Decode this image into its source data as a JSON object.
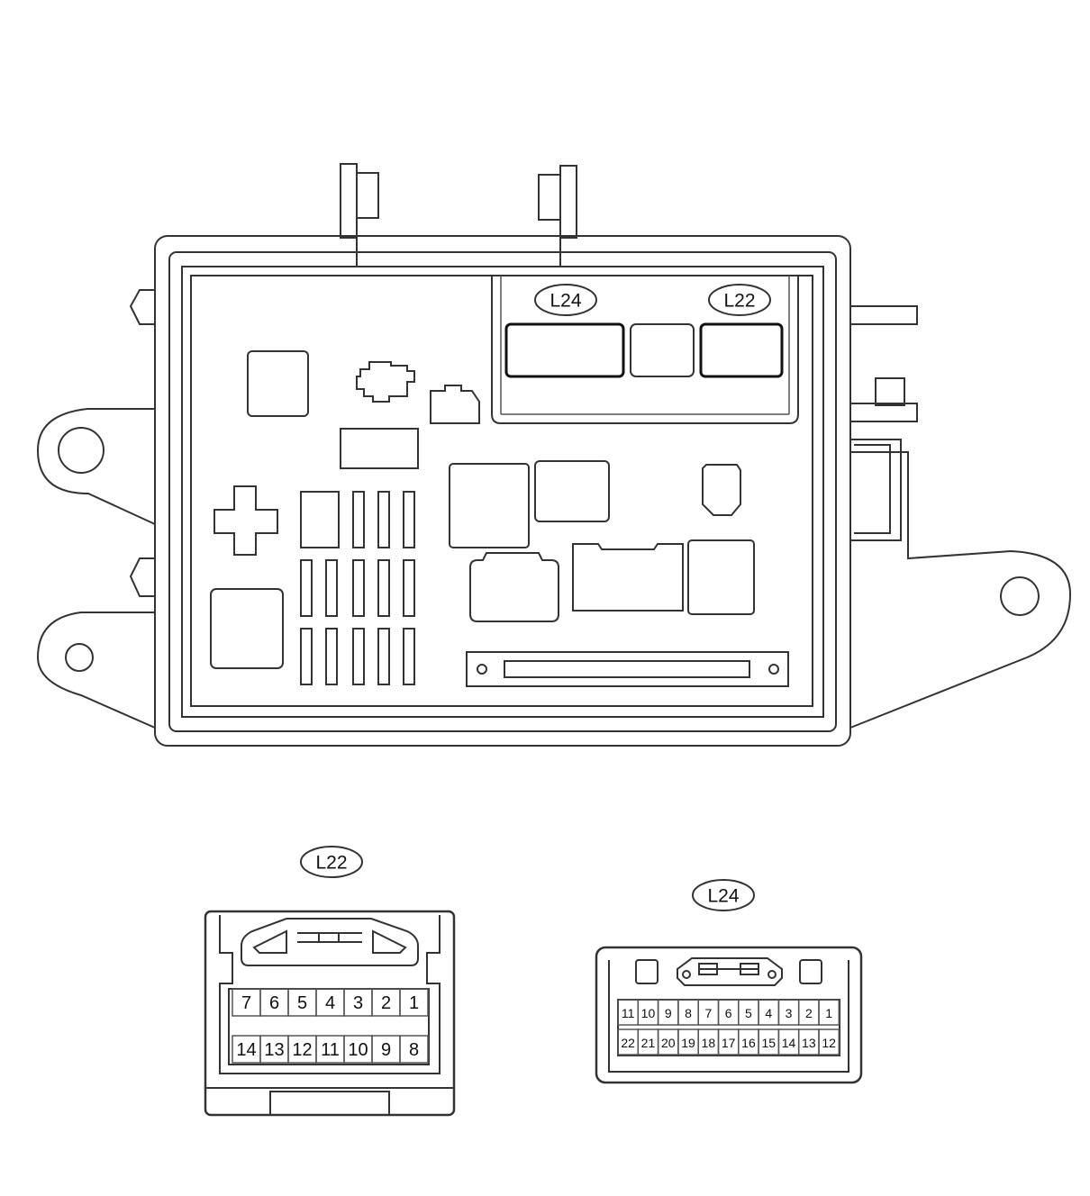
{
  "labels": {
    "box_connector_left": "L24",
    "box_connector_right": "L22",
    "connector_a_title": "L22",
    "connector_b_title": "L24"
  },
  "connector_a": {
    "top_row": [
      "7",
      "6",
      "5",
      "4",
      "3",
      "2",
      "1"
    ],
    "bottom_row": [
      "14",
      "13",
      "12",
      "11",
      "10",
      "9",
      "8"
    ]
  },
  "connector_b": {
    "top_row": [
      "11",
      "10",
      "9",
      "8",
      "7",
      "6",
      "5",
      "4",
      "3",
      "2",
      "1"
    ],
    "bottom_row": [
      "22",
      "21",
      "20",
      "19",
      "18",
      "17",
      "16",
      "15",
      "14",
      "13",
      "12"
    ]
  }
}
